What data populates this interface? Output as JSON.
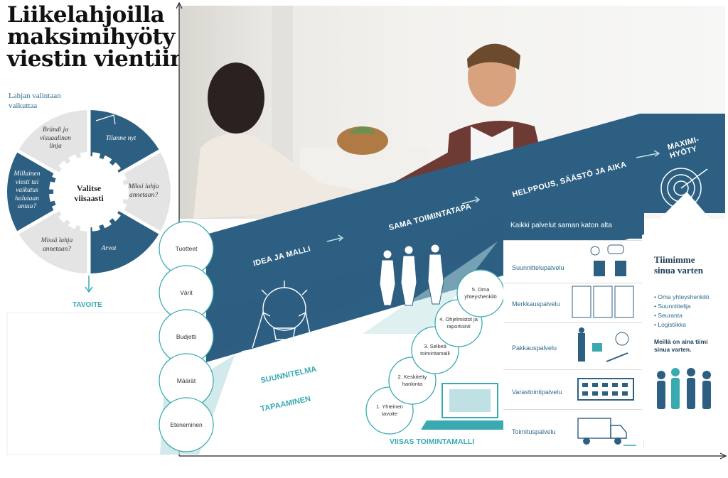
{
  "title": {
    "line1": "Liikelahjoilla",
    "line2": "maksimihyöty",
    "line3": "viestin vientiin"
  },
  "subtitle": "Lahjan valintaan vaikuttaa",
  "wheel": {
    "center": [
      "Valitse",
      "viisaasti"
    ],
    "segments": [
      [
        "Brändi ja",
        "visuaalinen",
        "linja"
      ],
      [
        "Tilanne nyt"
      ],
      [
        "Miksi lahja",
        "annetaan?"
      ],
      [
        "Arvot"
      ],
      [
        "Missä lahja",
        "annetaan?"
      ],
      [
        "Millainen",
        "viesti tai",
        "vaikutus",
        "halutaan",
        "antaa?"
      ]
    ],
    "goal": "TAVOITE"
  },
  "bubbles_left": [
    "Tuotteet",
    "Värit",
    "Budjetti",
    "Määrät",
    "Eteneminen"
  ],
  "steps": [
    [
      "1. Yhteinen",
      "tavoite"
    ],
    [
      "2. Keskitetty",
      "hankinta"
    ],
    [
      "3. Selkeä",
      "toimintamalli"
    ],
    [
      "4. Ohjelmistot ja",
      "raportointi"
    ],
    [
      "5. Oma",
      "yhteyshenkilö"
    ]
  ],
  "diagonal": {
    "idea": "IDEA JA MALLI",
    "same": "SAMA TOIMINTATAPA",
    "ease": "HELPPOUS, SÄÄSTÖ JA AIKA",
    "max": [
      "MAXIMI-",
      "HYÖTY"
    ],
    "plan": "SUUNNITELMA",
    "meeting": "TAPAAMINEN",
    "model": "VIISAS TOIMINTAMALLI"
  },
  "services": {
    "header": "Kaikki palvelut saman katon alta",
    "items": [
      "Suunnittelupalvelu",
      "Merkkauspalvelu",
      "Pakkauspalvelu",
      "Varastointipalvelu",
      "Toimituspalvelu"
    ]
  },
  "team": {
    "title": [
      "Tiimimme",
      "sinua varten"
    ],
    "items": [
      "• Oma yhteyshenkilö",
      "• Suunnittelija",
      "• Seuranta",
      "• Logistiikka"
    ],
    "note": "Meillä on aina tiimi sinua varten."
  },
  "colors": {
    "navy": "#2d5f82",
    "teal": "#3aaab1",
    "grey": "#e4e4e4",
    "light_teal": "#bfe1e3"
  }
}
